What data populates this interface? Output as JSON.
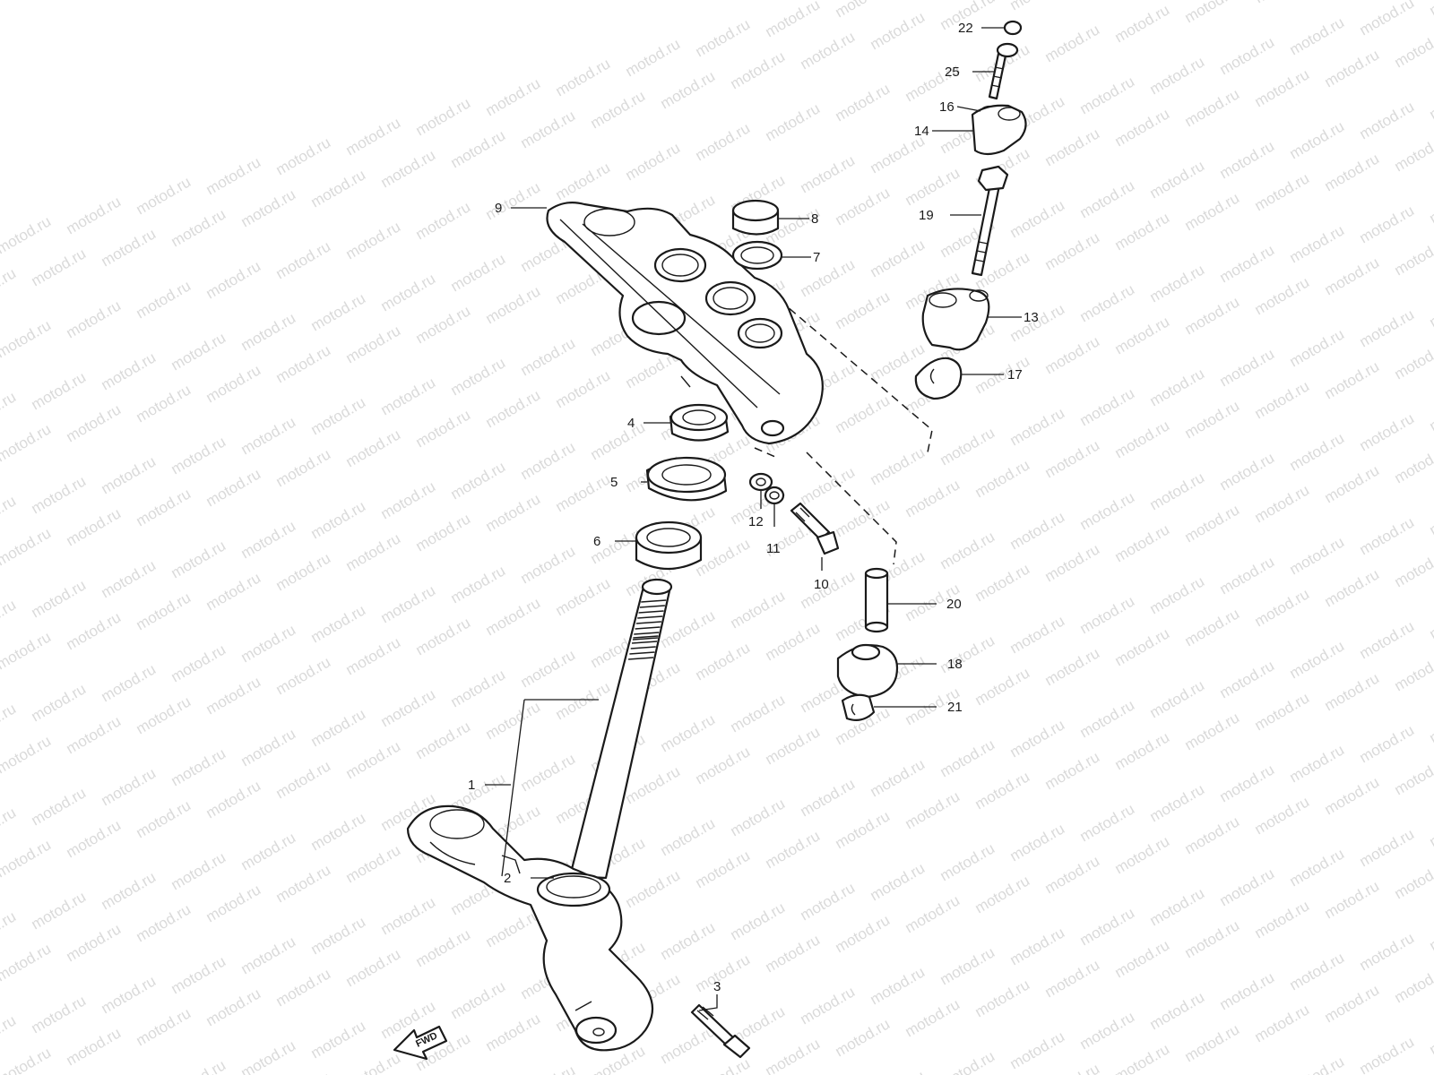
{
  "watermark": {
    "text": "motod.ru",
    "color": "#dadada"
  },
  "fwd_badge": {
    "label": "FWD"
  },
  "callouts": [
    {
      "id": "1",
      "label": "1"
    },
    {
      "id": "2",
      "label": "2"
    },
    {
      "id": "3",
      "label": "3"
    },
    {
      "id": "4",
      "label": "4"
    },
    {
      "id": "5",
      "label": "5"
    },
    {
      "id": "6",
      "label": "6"
    },
    {
      "id": "7",
      "label": "7"
    },
    {
      "id": "8",
      "label": "8"
    },
    {
      "id": "9",
      "label": "9"
    },
    {
      "id": "10",
      "label": "10"
    },
    {
      "id": "11",
      "label": "11"
    },
    {
      "id": "12",
      "label": "12"
    },
    {
      "id": "13",
      "label": "13"
    },
    {
      "id": "14",
      "label": "14"
    },
    {
      "id": "16",
      "label": "16"
    },
    {
      "id": "17",
      "label": "17"
    },
    {
      "id": "18",
      "label": "18"
    },
    {
      "id": "19",
      "label": "19"
    },
    {
      "id": "20",
      "label": "20"
    },
    {
      "id": "21",
      "label": "21"
    },
    {
      "id": "22",
      "label": "22"
    },
    {
      "id": "25",
      "label": "25"
    }
  ]
}
